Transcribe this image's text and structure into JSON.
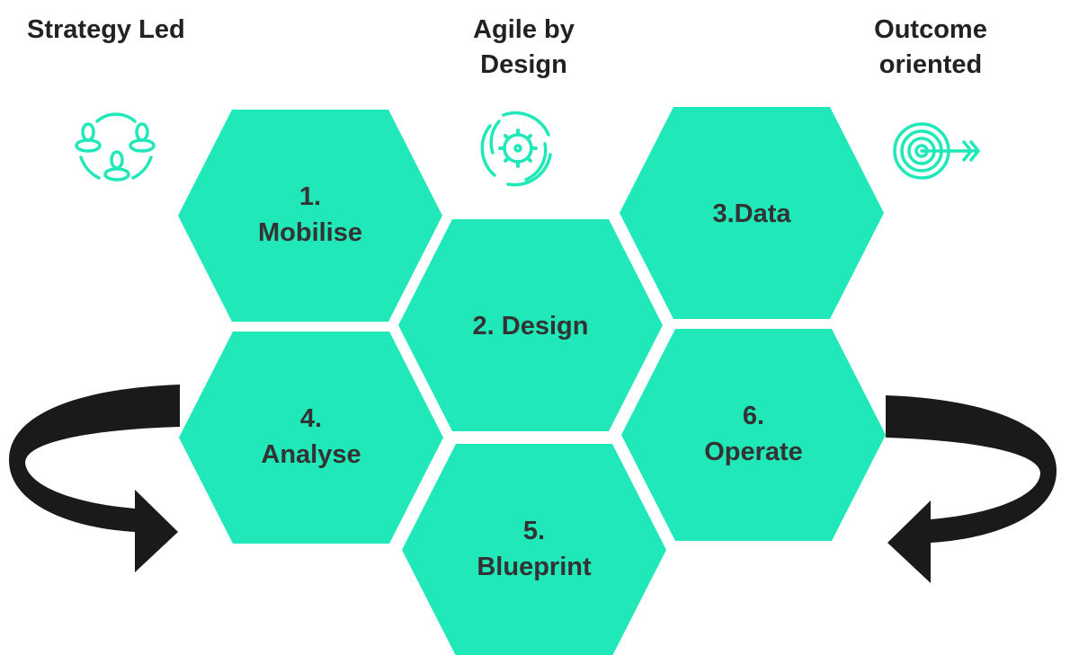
{
  "headings": {
    "left": "Strategy Led",
    "center_line1": "Agile by",
    "center_line2": "Design",
    "right_line1": "Outcome",
    "right_line2": "oriented"
  },
  "icons": {
    "left": "people-network-icon",
    "center": "gear-cycle-icon",
    "right": "target-arrow-icon"
  },
  "hexagons": [
    {
      "line1": "1.",
      "line2": "Mobilise"
    },
    {
      "line1": "2. Design"
    },
    {
      "line1": "3.Data"
    },
    {
      "line1": "4.",
      "line2": "Analyse"
    },
    {
      "line1": "5.",
      "line2": "Blueprint"
    },
    {
      "line1": "6.",
      "line2": "Operate"
    }
  ],
  "colors": {
    "hex": "#20e8b8",
    "arrow": "#1a1a1a",
    "text": "#333333"
  }
}
